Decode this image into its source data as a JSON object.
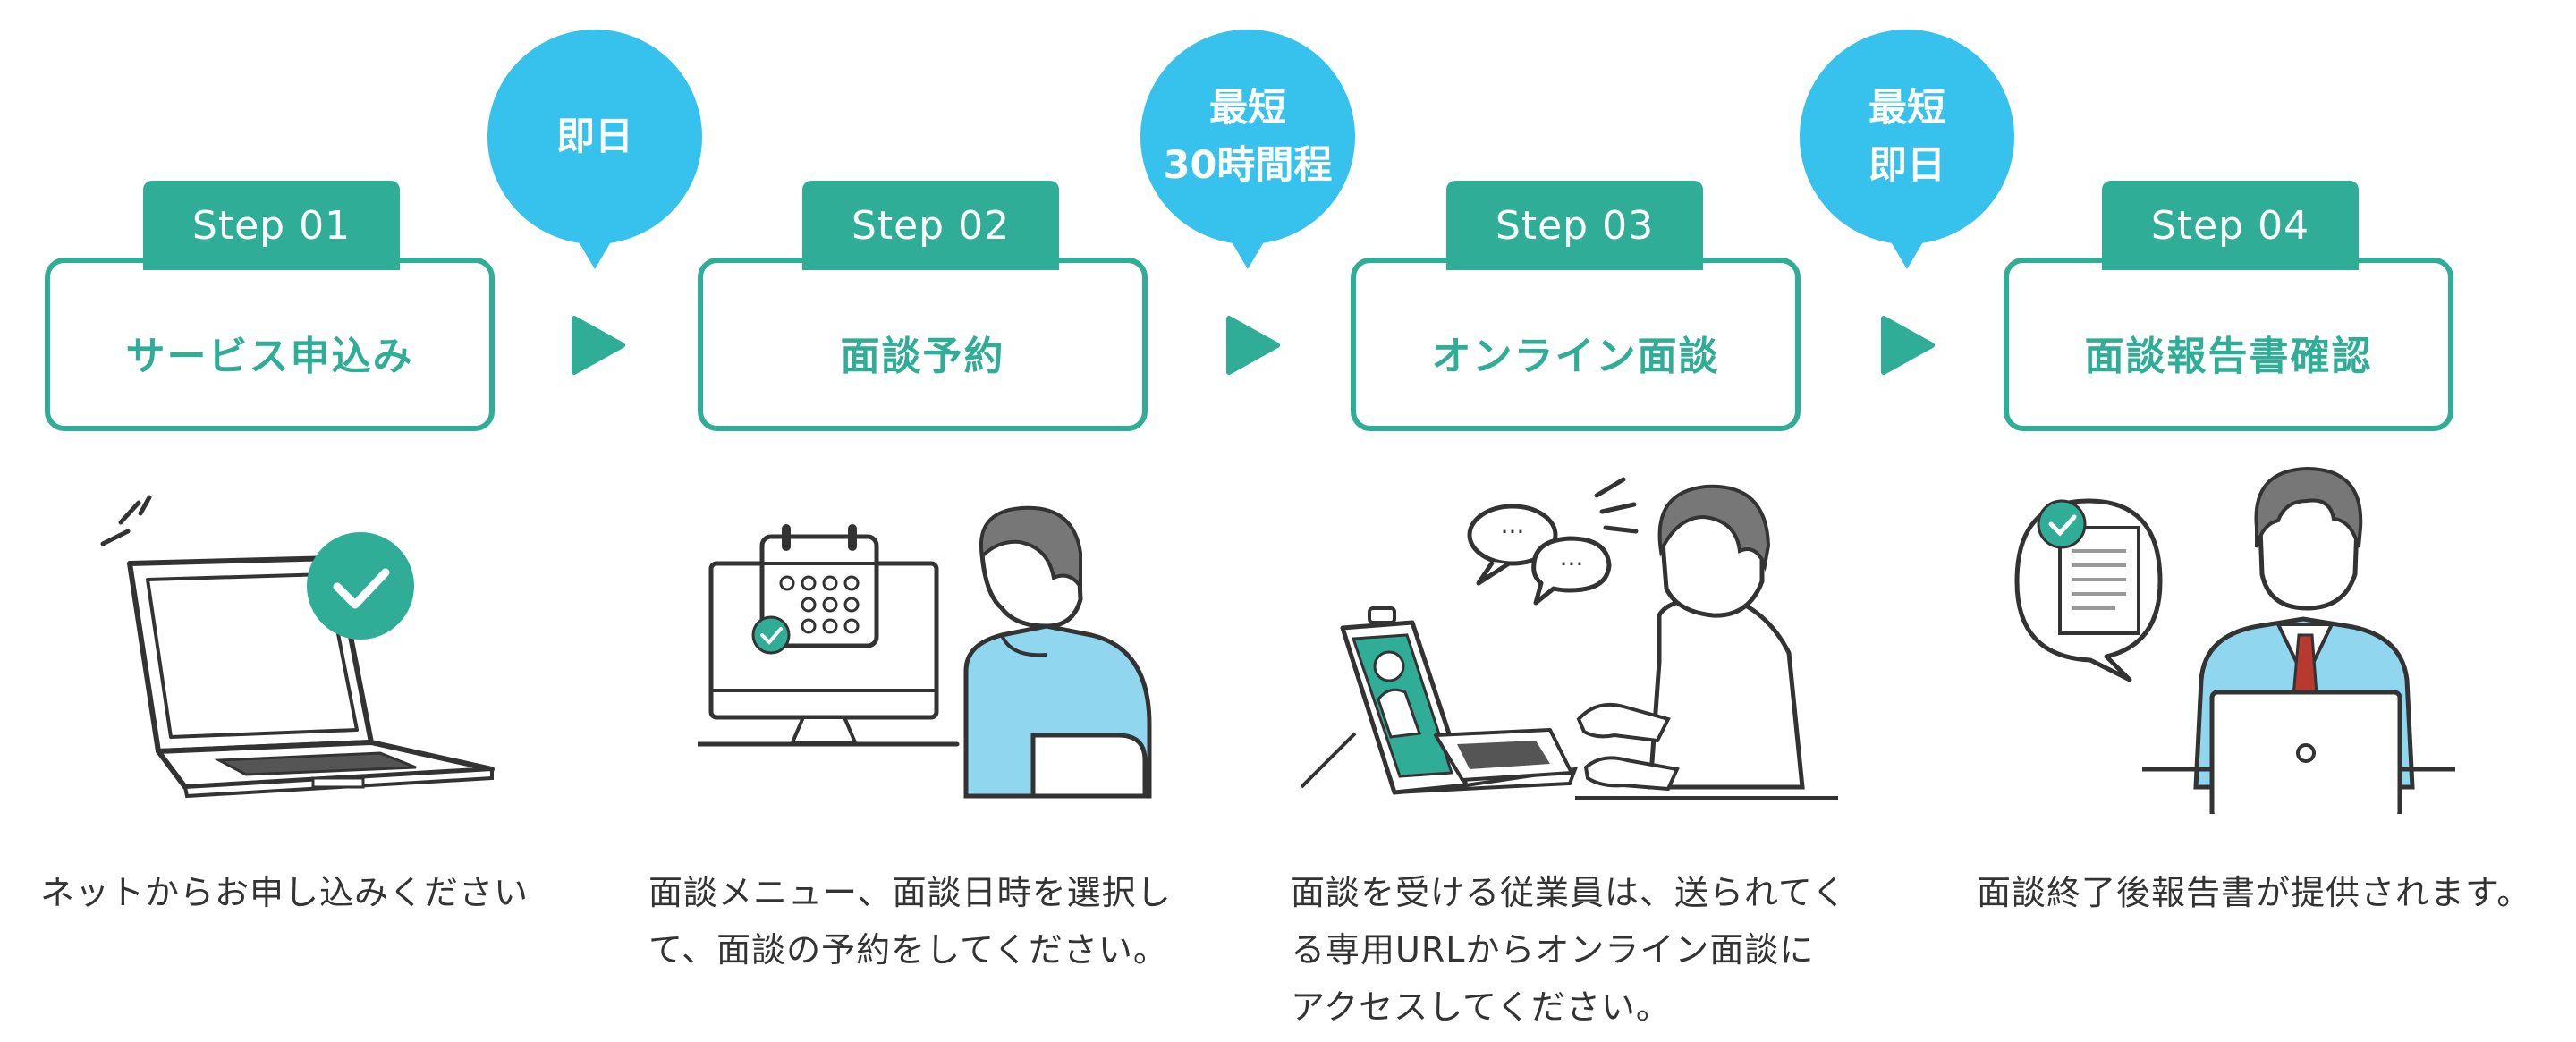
{
  "colors": {
    "accent": "#30ad97",
    "bubble": "#37c1ed",
    "text": "#333333",
    "illustration_fill": "#8fd6ee"
  },
  "steps": [
    {
      "tag": "Step 01",
      "title": "サービス申込み",
      "caption_lines": [
        "ネットからお申し込みください"
      ],
      "illustration": "laptop-check-icon"
    },
    {
      "tag": "Step 02",
      "title": "面談予約",
      "caption_lines": [
        "面談メニュー、面談日時を選択し",
        "て、面談の予約をしてください。"
      ],
      "illustration": "calendar-booking-icon"
    },
    {
      "tag": "Step 03",
      "title": "オンライン面談",
      "caption_lines": [
        "面談を受ける従業員は、送られてく",
        "る専用URLからオンライン面談に",
        "アクセスしてください。"
      ],
      "illustration": "online-interview-icon"
    },
    {
      "tag": "Step 04",
      "title": "面談報告書確認",
      "caption_lines": [
        "面談終了後報告書が提供されます。"
      ],
      "illustration": "report-review-icon"
    }
  ],
  "timings": [
    {
      "lines": [
        "即日"
      ]
    },
    {
      "lines": [
        "最短",
        "30時間程"
      ]
    },
    {
      "lines": [
        "最短",
        "即日"
      ]
    }
  ],
  "arrow_icon": "play-arrow-icon"
}
